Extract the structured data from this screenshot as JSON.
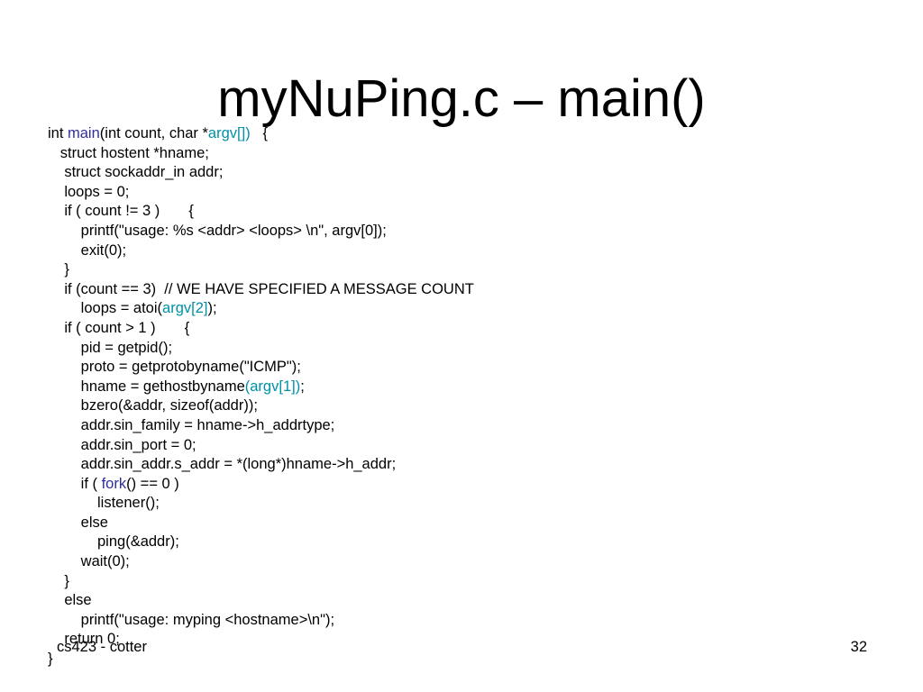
{
  "slide": {
    "title": "myNuPing.c – main()",
    "footer_left": "cs423 - cotter",
    "page_number": "32"
  },
  "colors": {
    "text": "#000000",
    "blue_keyword": "#2e2e9f",
    "teal_identifier": "#0090a8"
  },
  "code_lines": [
    [
      {
        "t": "int ",
        "c": "normal"
      },
      {
        "t": "main",
        "c": "blue"
      },
      {
        "t": "(int count, char *",
        "c": "normal"
      },
      {
        "t": "argv[])",
        "c": "teal"
      },
      {
        "t": "   {",
        "c": "normal"
      }
    ],
    [
      {
        "t": "   struct hostent *hname;",
        "c": "normal"
      }
    ],
    [
      {
        "t": "    struct sockaddr_in addr;",
        "c": "normal"
      }
    ],
    [
      {
        "t": "    loops = 0;",
        "c": "normal"
      }
    ],
    [
      {
        "t": "    if ( count != 3 )       {",
        "c": "normal"
      }
    ],
    [
      {
        "t": "        printf(\"usage: %s <addr> <loops> \\n\", argv[0]);",
        "c": "normal"
      }
    ],
    [
      {
        "t": "        exit(0);",
        "c": "normal"
      }
    ],
    [
      {
        "t": "    }",
        "c": "normal"
      }
    ],
    [
      {
        "t": "    if (count == 3)  // WE HAVE SPECIFIED A MESSAGE COUNT",
        "c": "normal"
      }
    ],
    [
      {
        "t": "        loops = atoi(",
        "c": "normal"
      },
      {
        "t": "argv[2]",
        "c": "teal"
      },
      {
        "t": ");",
        "c": "normal"
      }
    ],
    [
      {
        "t": "    if ( count > 1 )       {",
        "c": "normal"
      }
    ],
    [
      {
        "t": "        pid = getpid();",
        "c": "normal"
      }
    ],
    [
      {
        "t": "        proto = getprotobyname(\"ICMP\");",
        "c": "normal"
      }
    ],
    [
      {
        "t": "        hname = gethostbyname",
        "c": "normal"
      },
      {
        "t": "(argv[1])",
        "c": "teal"
      },
      {
        "t": ";",
        "c": "normal"
      }
    ],
    [
      {
        "t": "        bzero(&addr, sizeof(addr));",
        "c": "normal"
      }
    ],
    [
      {
        "t": "        addr.sin_family = hname->h_addrtype;",
        "c": "normal"
      }
    ],
    [
      {
        "t": "        addr.sin_port = 0;",
        "c": "normal"
      }
    ],
    [
      {
        "t": "        addr.sin_addr.s_addr = *(long*)hname->h_addr;",
        "c": "normal"
      }
    ],
    [
      {
        "t": "        if ( ",
        "c": "normal"
      },
      {
        "t": "fork",
        "c": "blue"
      },
      {
        "t": "() == 0 )",
        "c": "normal"
      }
    ],
    [
      {
        "t": "            listener();",
        "c": "normal"
      }
    ],
    [
      {
        "t": "        else",
        "c": "normal"
      }
    ],
    [
      {
        "t": "            ping(&addr);",
        "c": "normal"
      }
    ],
    [
      {
        "t": "        wait(0);",
        "c": "normal"
      }
    ],
    [
      {
        "t": "    }",
        "c": "normal"
      }
    ],
    [
      {
        "t": "    else",
        "c": "normal"
      }
    ],
    [
      {
        "t": "        printf(\"usage: myping <hostname>\\n\");",
        "c": "normal"
      }
    ],
    [
      {
        "t": "    return 0;",
        "c": "normal"
      }
    ],
    [
      {
        "t": "}",
        "c": "normal"
      }
    ]
  ]
}
